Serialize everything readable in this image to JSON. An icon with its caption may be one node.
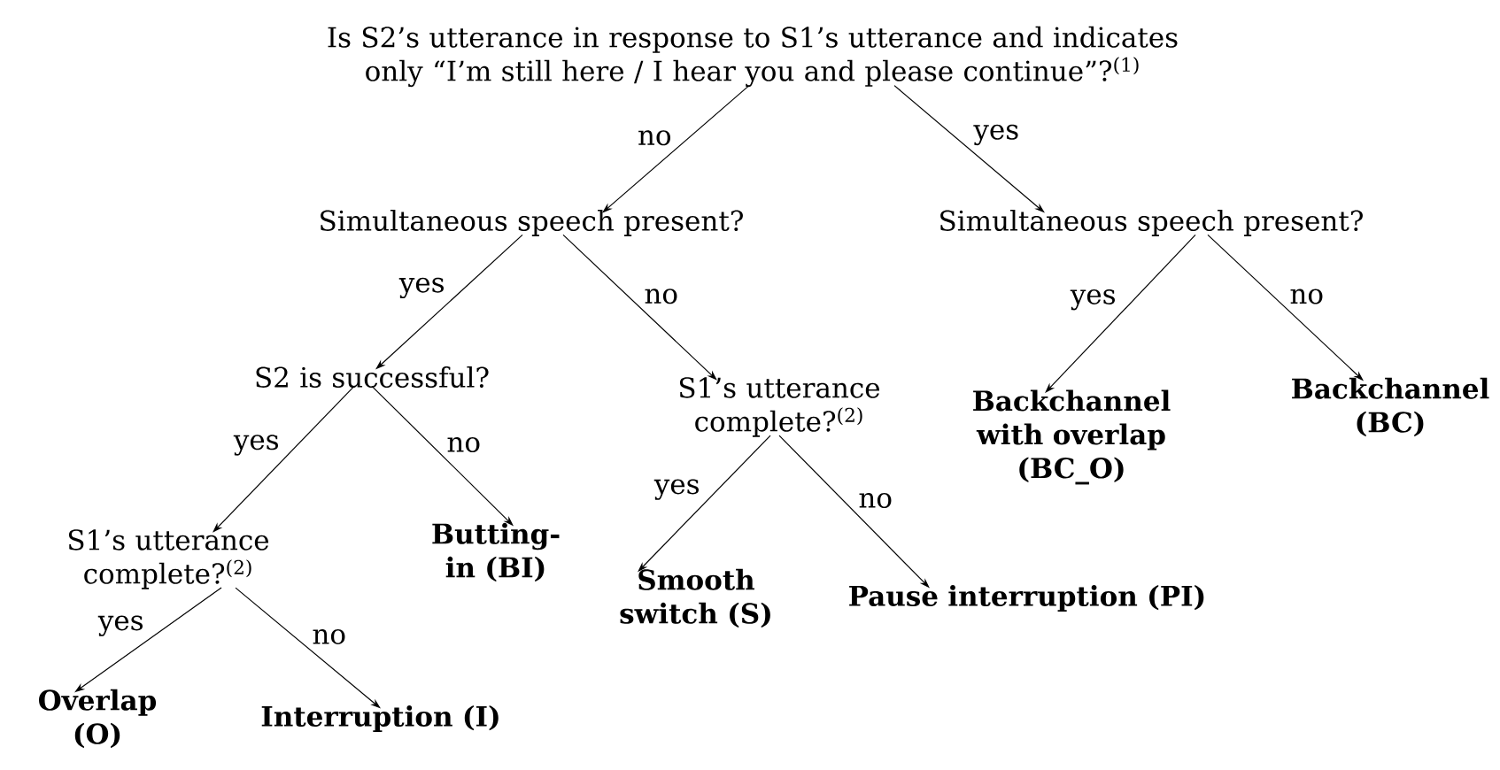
{
  "diagram": {
    "nodes": [
      {
        "text": [
          "Is S2’s utterance in response to S1’s utterance and indicates only “I’m still here / I hear you and please continue”?$^{(1)}$"
        ]
      },
      {
        "text": [
          "Simultaneous speech present?"
        ]
      },
      {
        "text": [
          "Simultaneous speech present?"
        ]
      },
      {
        "text": [
          "S2 is successful?"
        ]
      },
      {
        "text": [
          "S1’s utterance complete?$^{(2)}$"
        ]
      },
      {
        "text": [
          "Backchannel with overlap (BC_O)"
        ]
      },
      {
        "text": [
          "Backchannel (BC)"
        ]
      },
      {
        "text": [
          "S1’s utterance complete?$^{(2)}$"
        ]
      },
      {
        "text": [
          "Butting-in (BI)"
        ]
      },
      {
        "text": [
          "Smooth switch (S)"
        ]
      },
      {
        "text": [
          "Pause interruption (PI)"
        ]
      },
      {
        "text": [
          "Overlap (O)"
        ]
      },
      {
        "text": [
          "Interruption (I)"
        ]
      }
    ],
    "edges": [
      {
        "from": 0,
        "to": 1,
        "arrow": "to",
        "label": "no"
      },
      {
        "from": 0,
        "to": 2,
        "arrow": "to",
        "label": "yes"
      },
      {
        "from": 1,
        "to": 3,
        "arrow": "to",
        "label": "yes"
      },
      {
        "from": 1,
        "to": 4,
        "arrow": "to",
        "label": "no"
      },
      {
        "from": 2,
        "to": 5,
        "arrow": "to",
        "label": "yes"
      },
      {
        "from": 2,
        "to": 6,
        "arrow": "to",
        "label": "no"
      },
      {
        "from": 3,
        "to": 7,
        "arrow": "to",
        "label": "yes"
      },
      {
        "from": 3,
        "to": 8,
        "arrow": "to",
        "label": "no"
      },
      {
        "from": 4,
        "to": 9,
        "arrow": "to",
        "label": "yes"
      },
      {
        "from": 4,
        "to": 10,
        "arrow": "to",
        "label": "no"
      },
      {
        "from": 7,
        "to": 11,
        "arrow": "to",
        "label": "yes"
      },
      {
        "from": 7,
        "to": 12,
        "arrow": "to",
        "label": "no"
      }
    ]
  }
}
